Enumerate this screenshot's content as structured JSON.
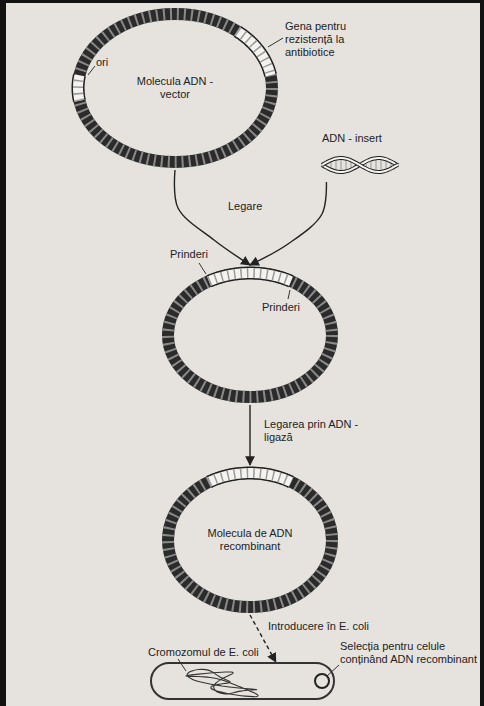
{
  "diagram": {
    "nodes": [
      {
        "text": [
          "Molecula ADN - vector"
        ]
      },
      {
        "text": [
          "ADN - insert"
        ]
      },
      {
        "text": [
          "Prinderi",
          "Prinderi"
        ]
      },
      {
        "text": [
          "Molecula de ADN recombinant"
        ]
      },
      {
        "text": [
          "Cromozomul de E. coli",
          "Selecția pentru celule conținând ADN recombinant"
        ]
      }
    ],
    "edges": [
      {
        "from": 0,
        "to": 2,
        "arrow": "to",
        "label": "Legare"
      },
      {
        "from": 1,
        "to": 2,
        "arrow": "to"
      },
      {
        "from": 2,
        "to": 3,
        "arrow": "to",
        "label": "Legarea prin ADN - ligază"
      },
      {
        "from": 3,
        "to": 4,
        "arrow": "to",
        "label": "Introducere în E. coli"
      }
    ],
    "labels": [
      "ori",
      "Gena pentru rezistență la antibiotice"
    ]
  }
}
